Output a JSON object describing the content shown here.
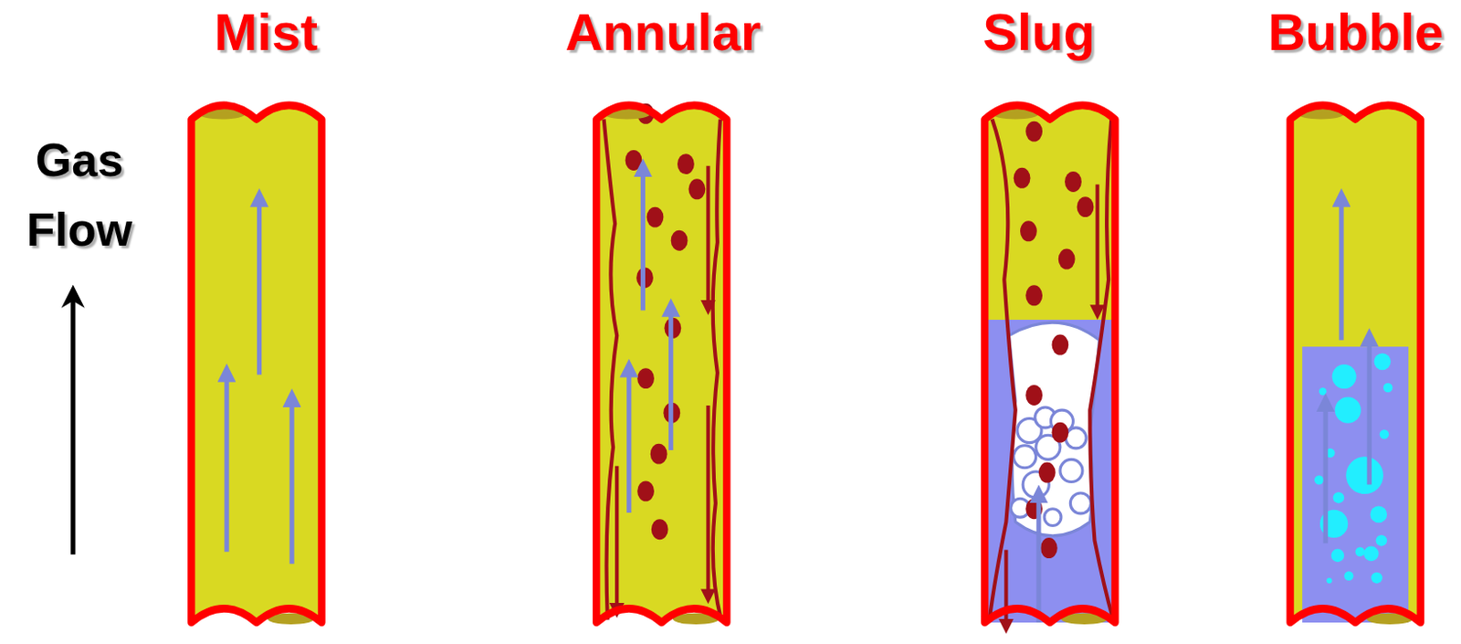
{
  "diagram": {
    "labels": [
      "Gas Flow",
      "Mist",
      "Annular",
      "Slug",
      "Bubble"
    ]
  }
}
